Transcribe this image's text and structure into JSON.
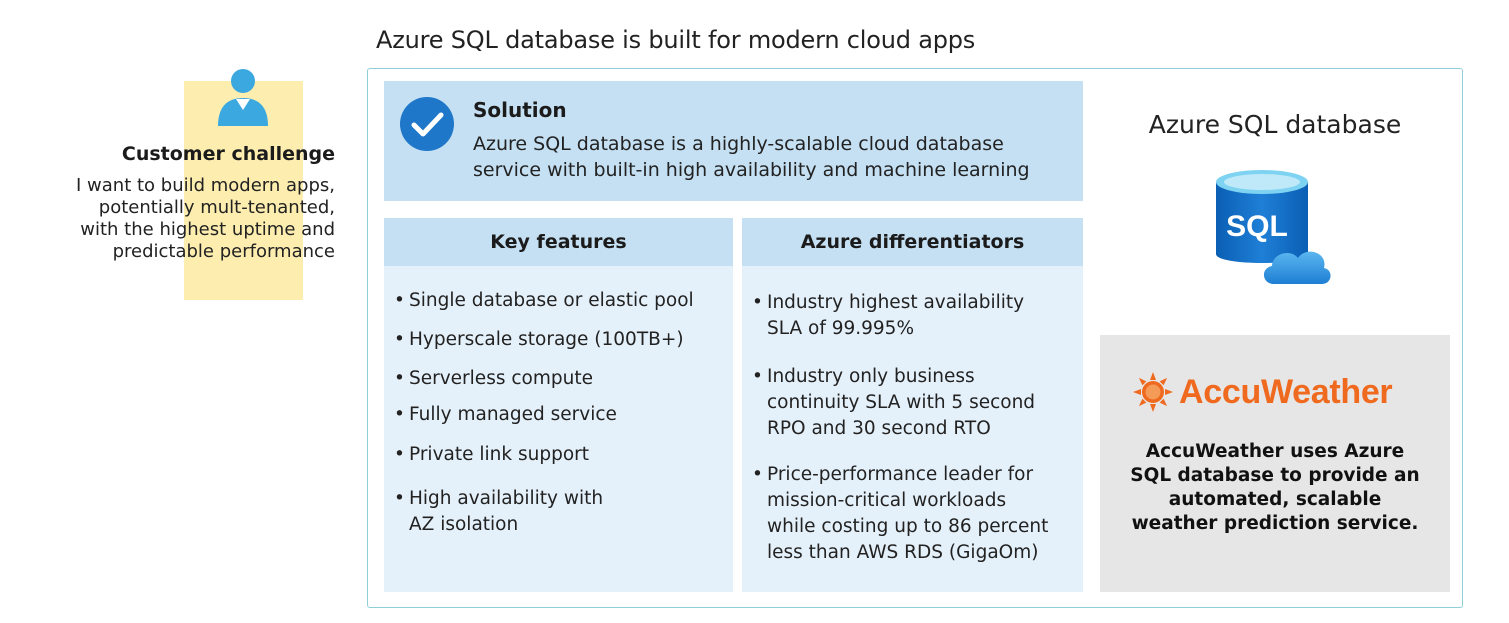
{
  "title": "Azure SQL database is built for modern cloud apps",
  "customer": {
    "heading": "Customer challenge",
    "lines": [
      "I want to build modern apps,",
      "potentially mult-tenanted,",
      "with the highest uptime and",
      "predictable performance"
    ]
  },
  "solution": {
    "heading": "Solution",
    "lines": [
      "Azure SQL database is a highly-scalable cloud database",
      "service with built-in high availability and machine learning"
    ]
  },
  "key_features": {
    "heading": "Key features",
    "items": [
      [
        "Single database or elastic pool"
      ],
      [
        "Hyperscale storage (100TB+)"
      ],
      [
        "Serverless compute"
      ],
      [
        "Fully managed service"
      ],
      [
        "Private link support"
      ],
      [
        "High availability with",
        "AZ isolation"
      ]
    ]
  },
  "differentiators": {
    "heading": "Azure differentiators",
    "items": [
      [
        "Industry highest availability",
        "SLA of 99.995%"
      ],
      [
        "Industry only business",
        "continuity SLA with 5 second",
        "RPO and 30 second RTO"
      ],
      [
        "Price-performance leader for",
        "mission-critical workloads",
        "while costing up to 86 percent",
        "less than AWS RDS (GigaOm)"
      ]
    ]
  },
  "product": {
    "name": "Azure SQL database",
    "icon_label": "SQL",
    "icon": "sql-database-icon"
  },
  "case_study": {
    "brand": "AccuWeather",
    "brand_color": "#ef6a1f",
    "lines": [
      "AccuWeather uses Azure",
      "SQL database to provide an",
      "automated, scalable",
      "weather prediction service."
    ]
  },
  "colors": {
    "accent_blue": "#c5e0f3",
    "light_blue": "#e5f1fa",
    "highlight_yellow": "#fdeeb0",
    "border": "#8fcfd9"
  }
}
